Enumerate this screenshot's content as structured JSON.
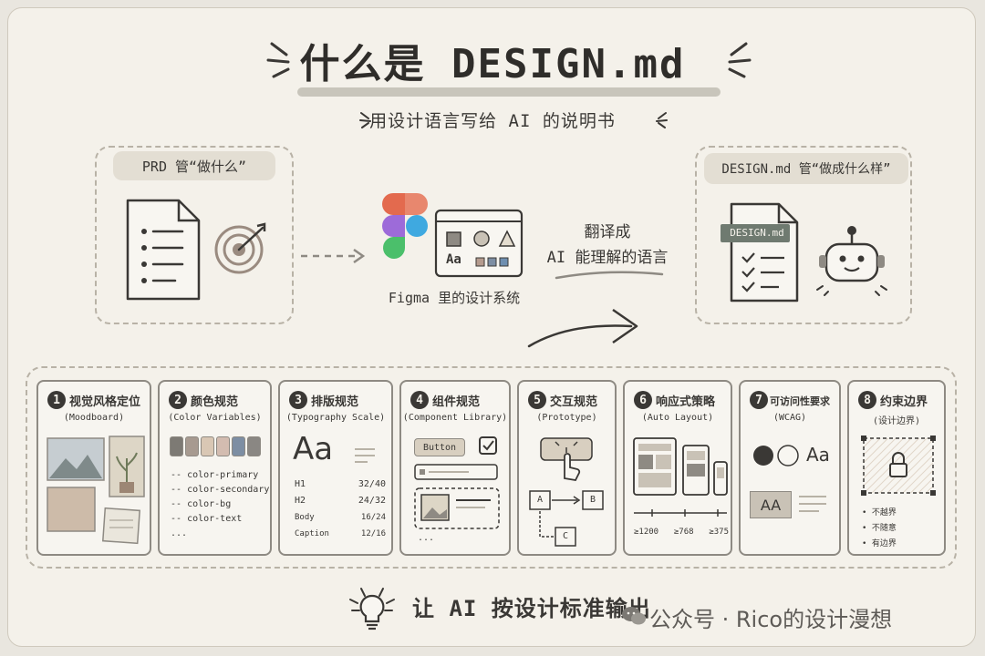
{
  "header": {
    "title": "什么是 DESIGN.md",
    "subtitle": "用设计语言写给 AI 的说明书"
  },
  "top": {
    "prd_label": "PRD 管“做什么”",
    "figma_caption": "Figma 里的设计系统",
    "figma_aa": "Aa",
    "translate_line1": "翻译成",
    "translate_line2": "AI 能理解的语言",
    "design_label": "DESIGN.md 管“做成什么样”",
    "doc_tag": "DESIGN.md"
  },
  "cards": [
    {
      "num": "1",
      "title": "视觉风格定位",
      "sub": "(Moodboard)"
    },
    {
      "num": "2",
      "title": "颜色规范",
      "sub": "(Color Variables)",
      "swatches": [
        "#7d7a74",
        "#a79a90",
        "#d9c7b4",
        "#d3bcb0",
        "#7d8ea3",
        "#8a8783"
      ],
      "items": [
        "color-primary",
        "color-secondary",
        "color-bg",
        "color-text"
      ],
      "more": "..."
    },
    {
      "num": "3",
      "title": "排版规范",
      "sub": "(Typography Scale)",
      "aa": "Aa",
      "rows": [
        [
          "H1",
          "32/40"
        ],
        [
          "H2",
          "24/32"
        ],
        [
          "Body",
          "16/24"
        ],
        [
          "Caption",
          "12/16"
        ]
      ]
    },
    {
      "num": "4",
      "title": "组件规范",
      "sub": "(Component Library)",
      "button": "Button",
      "more": "..."
    },
    {
      "num": "5",
      "title": "交互规范",
      "sub": "(Prototype)",
      "nodes": [
        "A",
        "B",
        "C"
      ]
    },
    {
      "num": "6",
      "title": "响应式策略",
      "sub": "(Auto Layout)",
      "breakpoints": [
        "≥1200",
        "≥768",
        "≥375"
      ]
    },
    {
      "num": "7",
      "title": "可访问性要求",
      "sub": "(WCAG)",
      "aa1": "Aa",
      "aa2": "AA"
    },
    {
      "num": "8",
      "title": "约束边界",
      "sub": "(设计边界)",
      "bullets": [
        "不越界",
        "不随意",
        "有边界"
      ]
    }
  ],
  "footer": {
    "text": "让 AI 按设计标准输出",
    "watermark": "公众号 · Rico的设计漫想"
  }
}
